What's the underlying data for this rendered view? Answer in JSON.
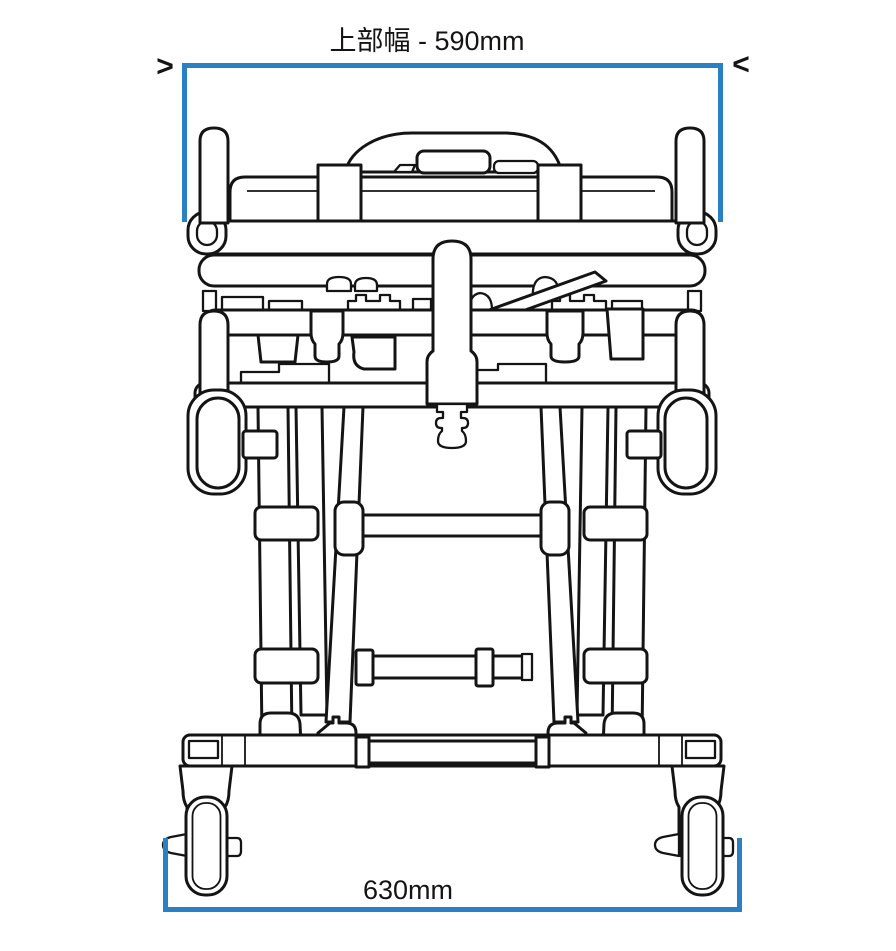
{
  "diagram": {
    "subject": "ambulance-stretcher-front-view-line-art",
    "line_color": "#141414",
    "accent_color": "#2a80c4",
    "background": "#ffffff",
    "top_dimension": {
      "label": "上部幅 - 590mm",
      "value_mm": 590,
      "arrow_left": ">",
      "arrow_right": "<"
    },
    "bottom_dimension": {
      "label": "630mm",
      "value_mm": 630
    }
  }
}
